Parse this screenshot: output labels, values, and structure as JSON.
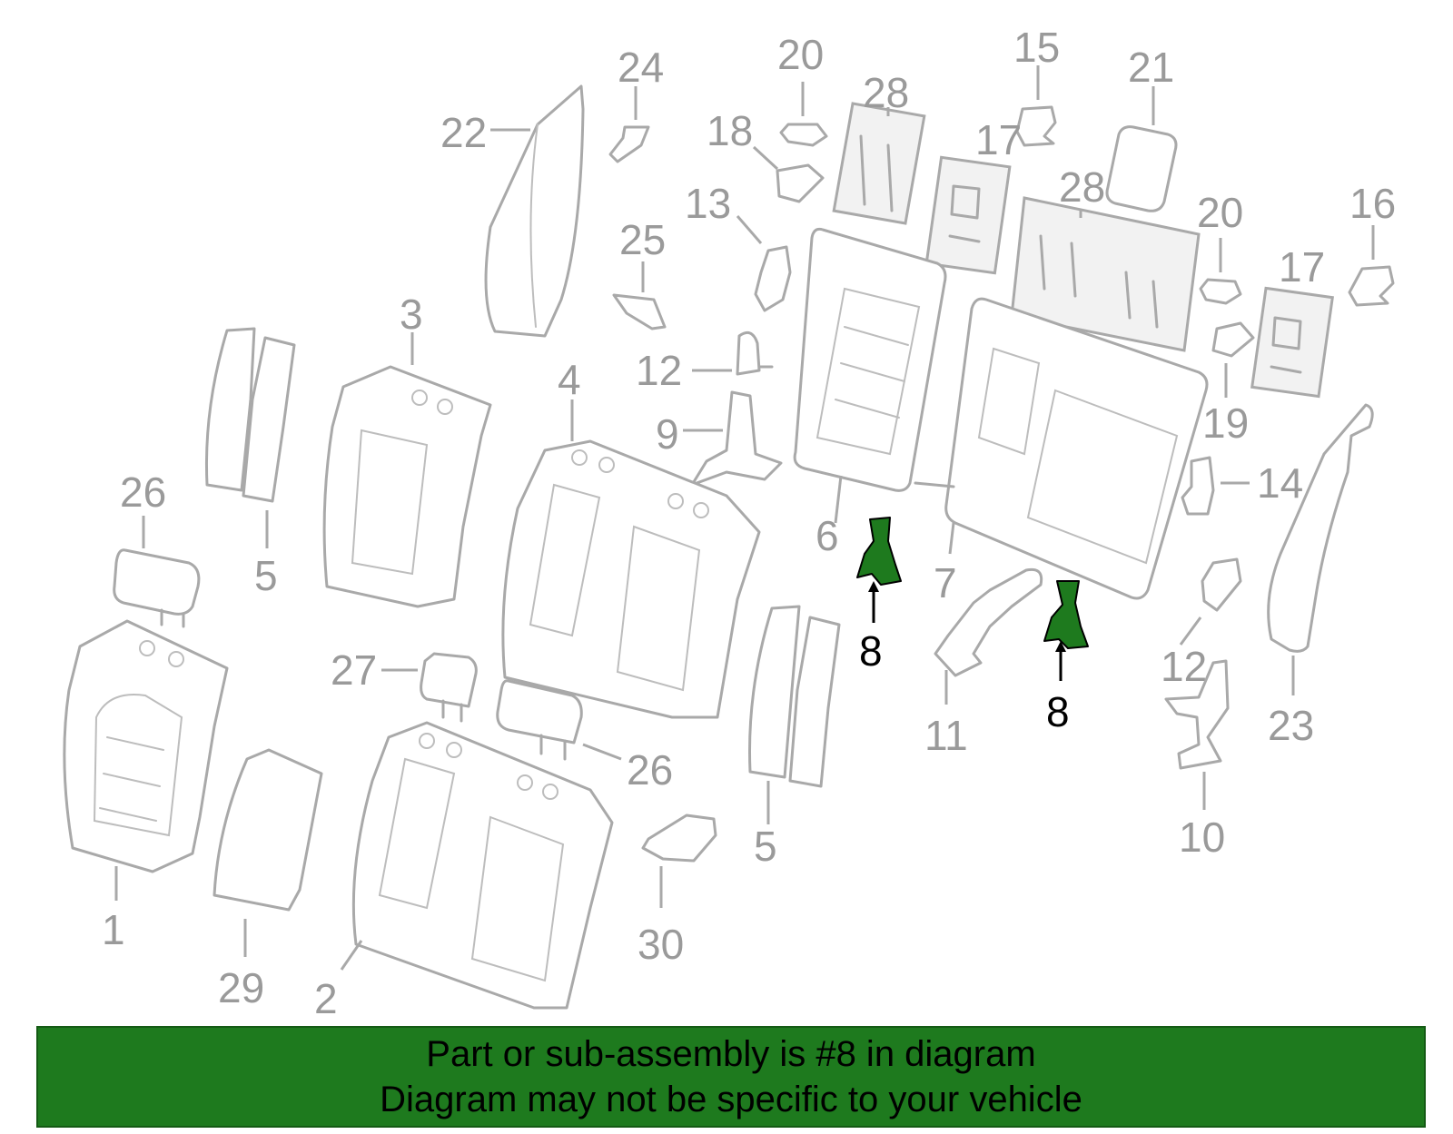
{
  "colors": {
    "part_line": "#a9a9a9",
    "highlight": "#1e7a1e",
    "banner_bg": "#1e7a1e",
    "text_dark": "#000000",
    "label_gray": "#9a9a9a"
  },
  "callouts": {
    "c1": "1",
    "c2": "2",
    "c3": "3",
    "c4": "4",
    "c5a": "5",
    "c5b": "5",
    "c6": "6",
    "c7": "7",
    "c8a": "8",
    "c8b": "8",
    "c9": "9",
    "c10": "10",
    "c11": "11",
    "c12a": "12",
    "c12b": "12",
    "c13": "13",
    "c14": "14",
    "c15": "15",
    "c16": "16",
    "c17a": "17",
    "c17b": "17",
    "c18": "18",
    "c19": "19",
    "c20a": "20",
    "c20b": "20",
    "c21": "21",
    "c22": "22",
    "c23": "23",
    "c24": "24",
    "c25": "25",
    "c26a": "26",
    "c26b": "26",
    "c27": "27",
    "c28a": "28",
    "c28b": "28",
    "c29": "29",
    "c30": "30"
  },
  "highlighted_part": "8",
  "banner": {
    "line1": "Part or sub-assembly is #8 in diagram",
    "line2": "Diagram may not be specific to your vehicle"
  }
}
